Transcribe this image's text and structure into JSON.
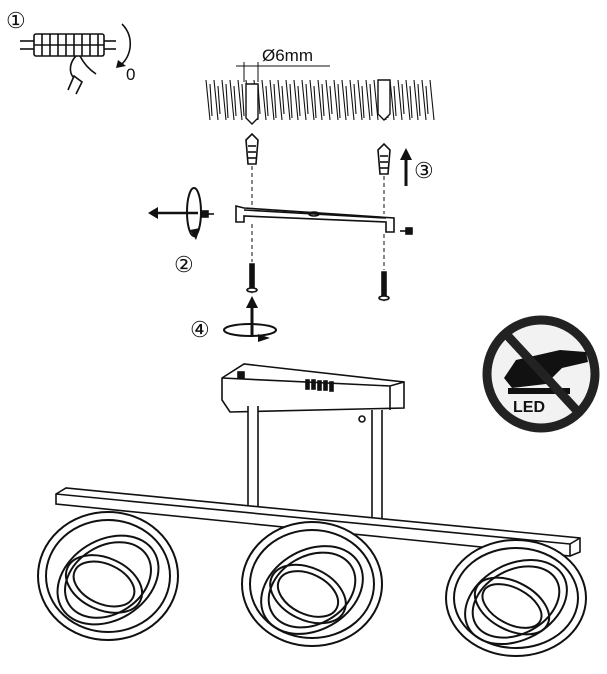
{
  "steps": {
    "step1": {
      "number": "①",
      "switch_label": "0"
    },
    "step2": {
      "number": "②"
    },
    "step3": {
      "number": "③"
    },
    "step4": {
      "number": "④"
    }
  },
  "ceiling": {
    "drill_label": "Ø6mm"
  },
  "warning_sign": {
    "label": "LED",
    "icon": "no-touch-led-icon"
  },
  "colors": {
    "ink": "#111111",
    "sign_border": "#222222",
    "sign_fill": "#f2f2f2"
  }
}
